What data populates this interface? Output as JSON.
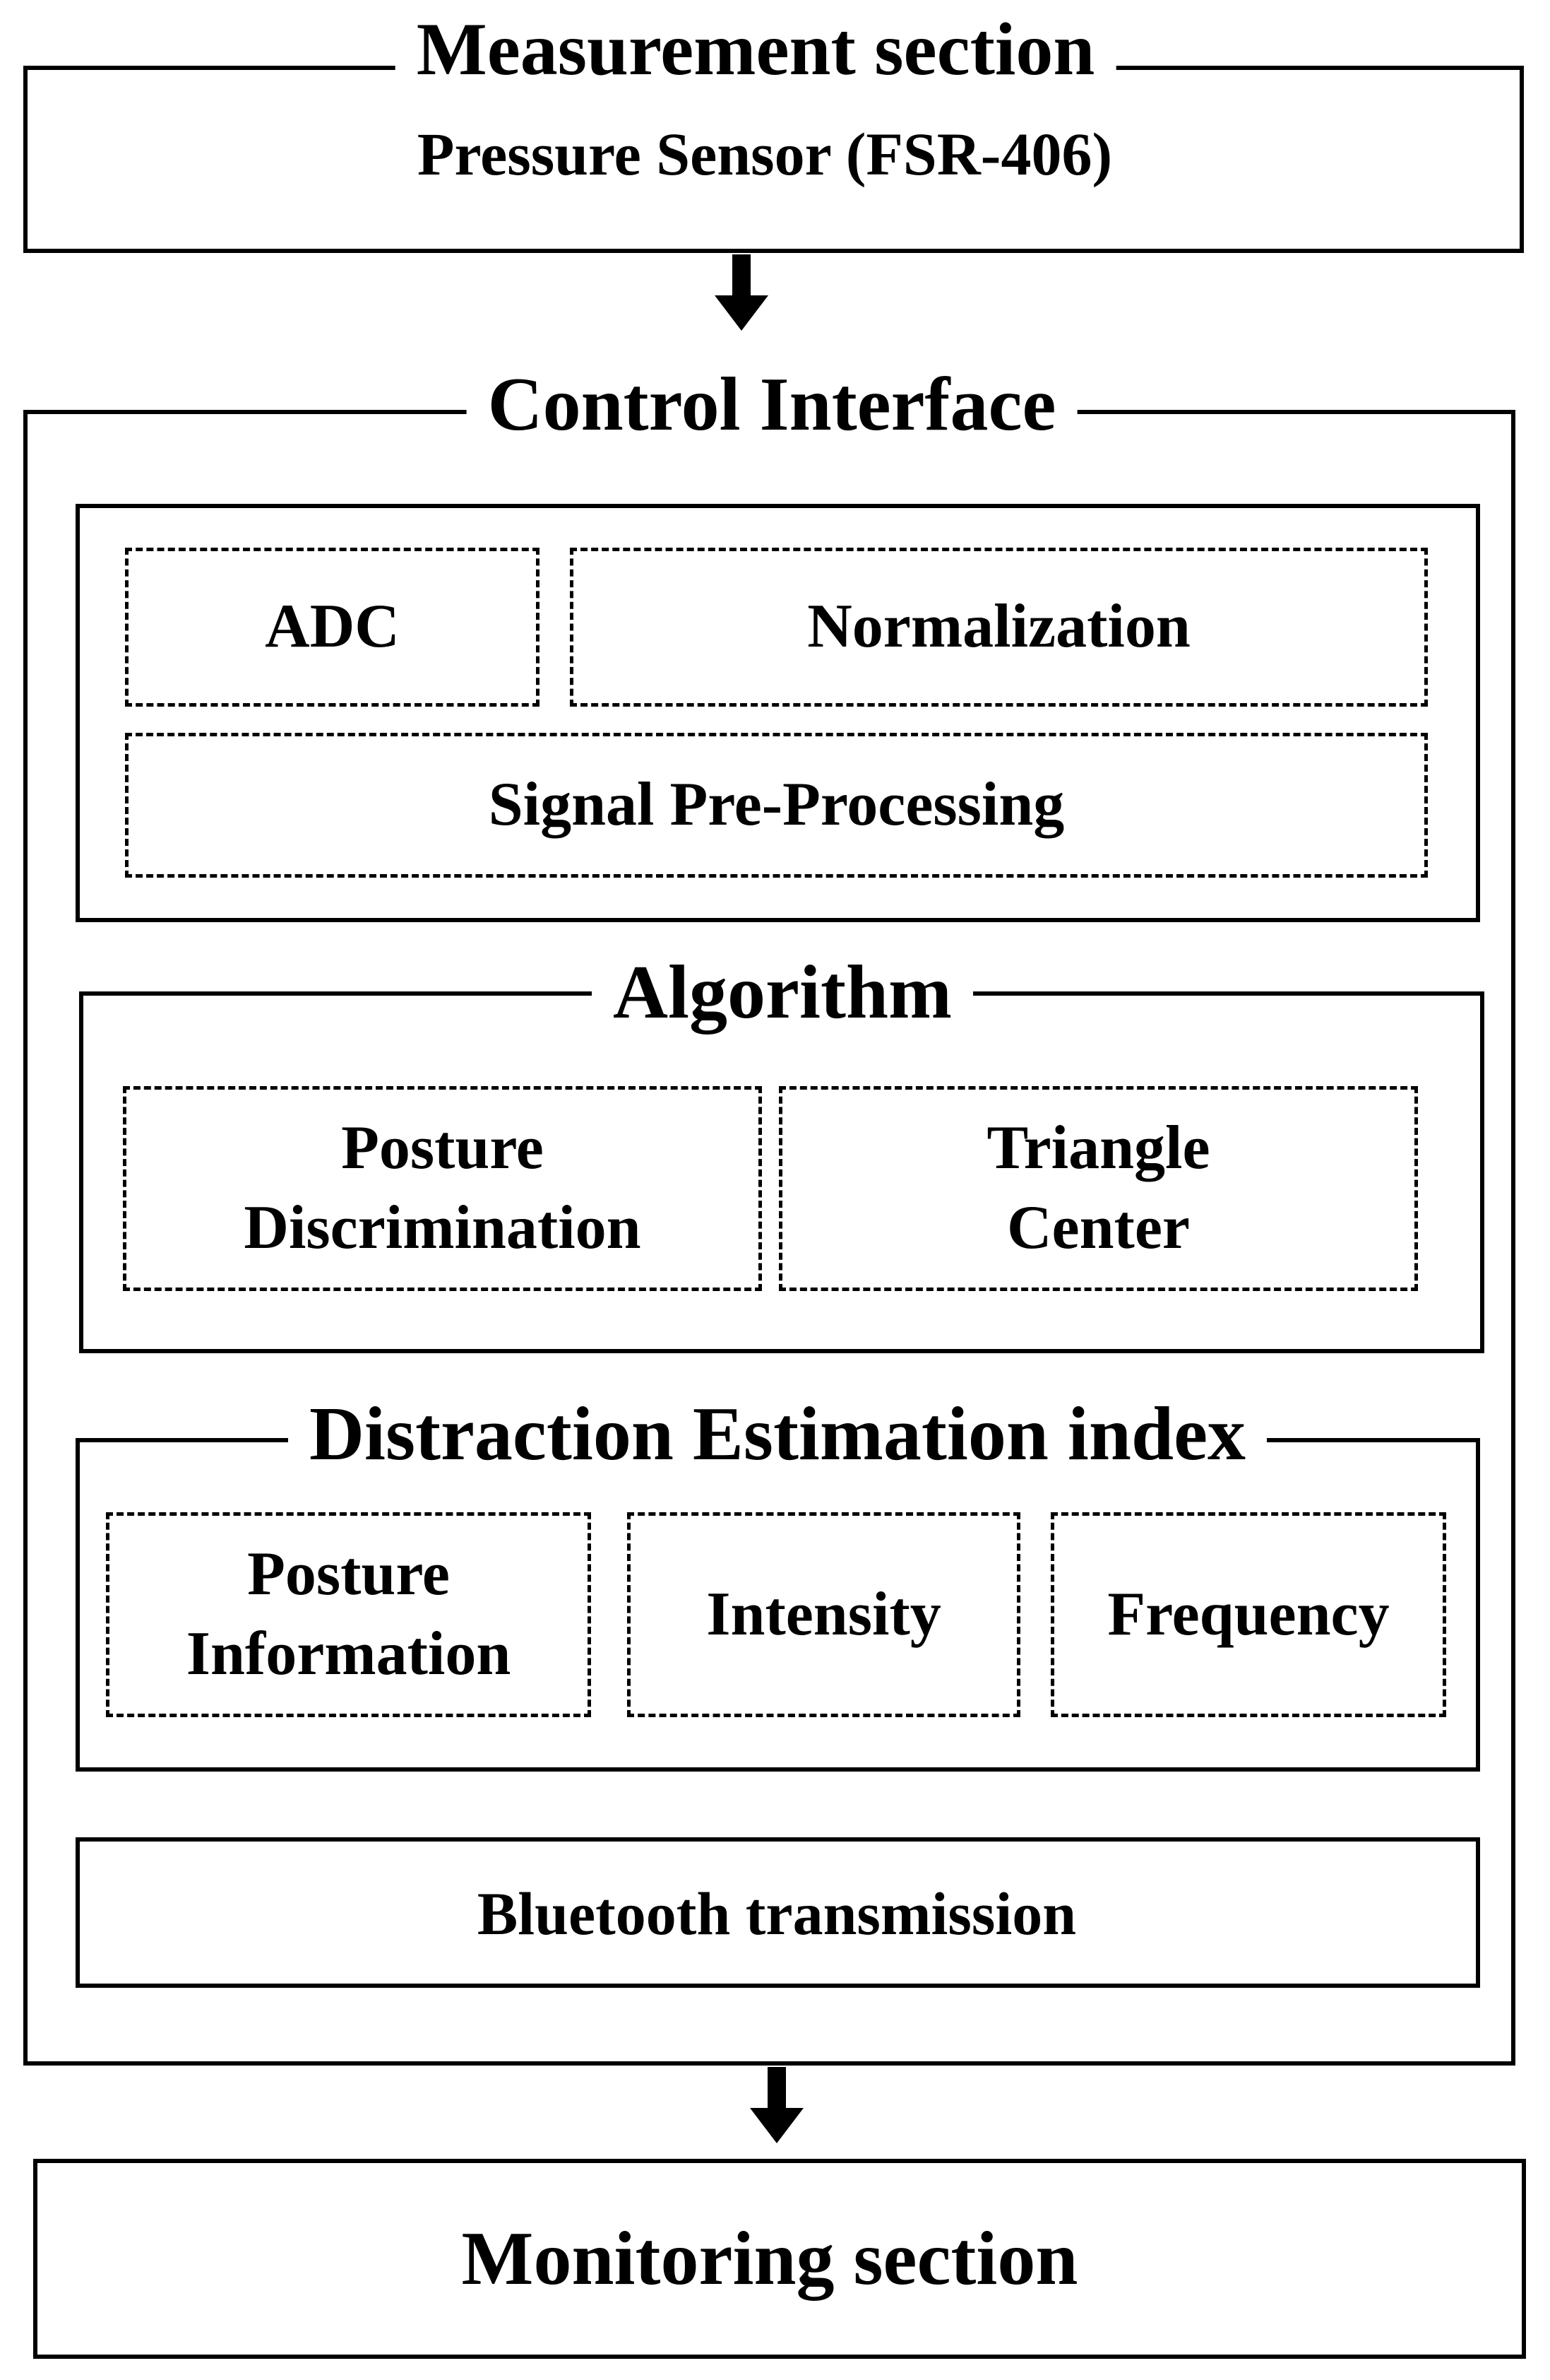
{
  "measurement": {
    "title": "Measurement section",
    "content": "Pressure Sensor (FSR-406)"
  },
  "control": {
    "title": "Control Interface",
    "preprocessing": {
      "adc": "ADC",
      "normalization": "Normalization",
      "signal": "Signal Pre-Processing"
    },
    "algorithm": {
      "title": "Algorithm",
      "posture_line1": "Posture",
      "posture_line2": "Discrimination",
      "triangle_line1": "Triangle",
      "triangle_line2": "Center"
    },
    "distraction": {
      "title": "Distraction Estimation index",
      "posture_line1": "Posture",
      "posture_line2": "Information",
      "intensity": "Intensity",
      "frequency": "Frequency"
    },
    "bluetooth": "Bluetooth transmission"
  },
  "monitoring": {
    "title": "Monitoring section"
  }
}
